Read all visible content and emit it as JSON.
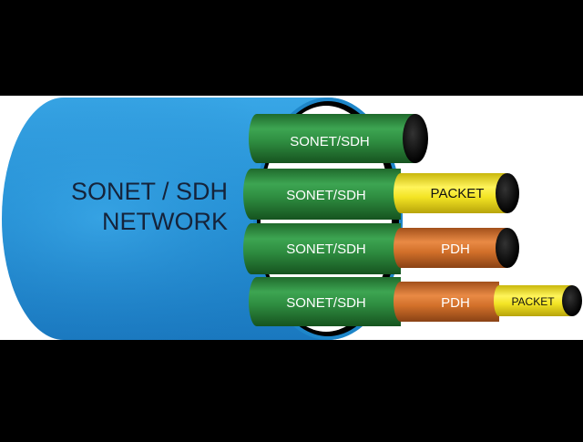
{
  "main_label": {
    "line1": "SONET / SDH",
    "line2": "NETWORK"
  },
  "tubes": [
    {
      "outer": "SONET/SDH",
      "middle": "",
      "inner": ""
    },
    {
      "outer": "SONET/SDH",
      "middle": "PACKET",
      "inner": ""
    },
    {
      "outer": "SONET/SDH",
      "middle": "PDH",
      "inner": ""
    },
    {
      "outer": "SONET/SDH",
      "middle": "PDH",
      "inner": "PACKET"
    }
  ],
  "colors": {
    "background": "#000000",
    "panel": "#ffffff",
    "cable_blue": "#2a9be0",
    "green_tube": "#2e8b3e",
    "yellow_tube": "#f0e41e",
    "orange_tube": "#d2702a",
    "label_dark": "#15233a"
  }
}
